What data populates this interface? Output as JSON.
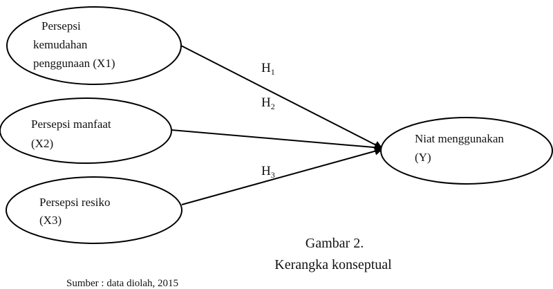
{
  "nodes": {
    "x1": {
      "lines": [
        "Persepsi",
        "kemudahan",
        "penggunaan (X1)"
      ]
    },
    "x2": {
      "lines": [
        "Persepsi manfaat",
        "(X2)"
      ]
    },
    "x3": {
      "lines": [
        "Persepsi resiko",
        "(X3)"
      ]
    },
    "y": {
      "lines": [
        "Niat menggunakan",
        "(Y)"
      ]
    }
  },
  "hypotheses": [
    {
      "letter": "H",
      "sub": "1"
    },
    {
      "letter": "H",
      "sub": "2"
    },
    {
      "letter": "H",
      "sub": "3"
    }
  ],
  "caption": {
    "line1": "Gambar 2.",
    "line2": "Kerangka konseptual"
  },
  "source": "Sumber : data diolah, 2015"
}
